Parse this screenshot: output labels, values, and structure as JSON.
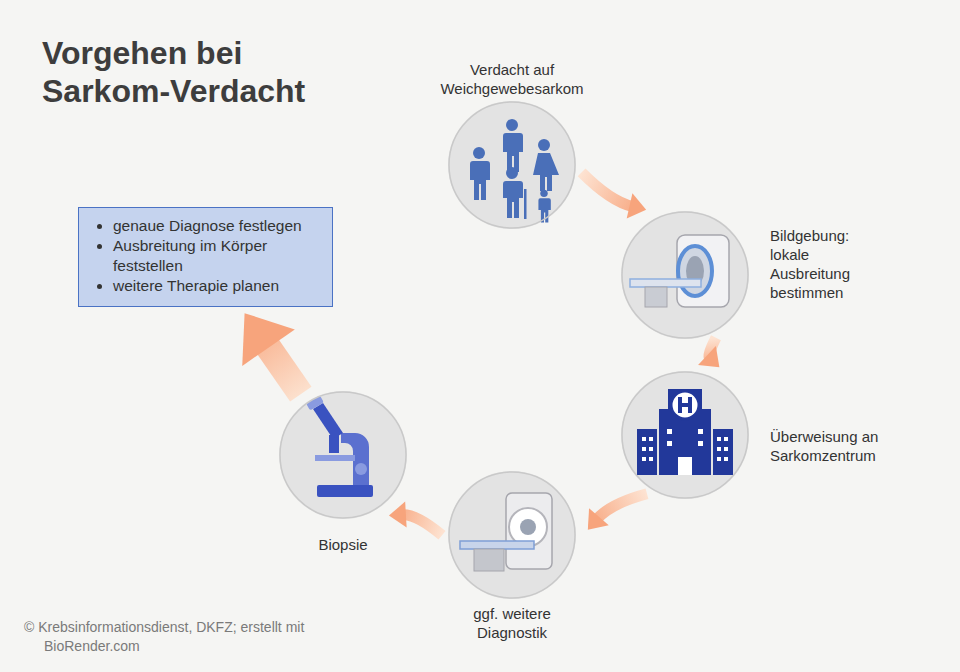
{
  "diagram": {
    "title": "Vorgehen bei Sarkom-Verdacht",
    "nodes": [
      {
        "text": [
          "Verdacht auf Weichgewebesarkom"
        ]
      },
      {
        "text": [
          "Bildgebung: lokale Ausbreitung bestimmen"
        ]
      },
      {
        "text": [
          "Überweisung an Sarkomzentrum"
        ]
      },
      {
        "text": [
          "ggf. weitere Diagnostik"
        ]
      },
      {
        "text": [
          "Biopsie"
        ]
      },
      {
        "text": [
          "genaue Diagnose festlegen",
          "Ausbreitung im Körper feststellen",
          "weitere Therapie planen"
        ]
      }
    ],
    "edges": [
      {
        "from": 0,
        "to": 1,
        "arrow": "to"
      },
      {
        "from": 1,
        "to": 2,
        "arrow": "to"
      },
      {
        "from": 2,
        "to": 3,
        "arrow": "to"
      },
      {
        "from": 3,
        "to": 4,
        "arrow": "to"
      },
      {
        "from": 4,
        "to": 5,
        "arrow": "to"
      }
    ],
    "labels": [
      "© Krebsinformationsdienst, DKFZ; erstellt mit BioRender.com"
    ]
  }
}
